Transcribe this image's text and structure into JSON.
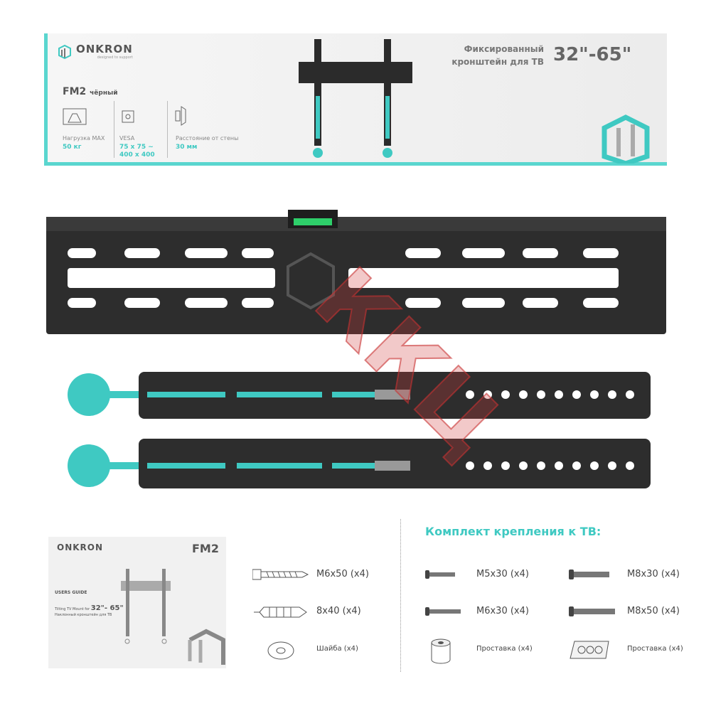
{
  "brand": {
    "name": "ONKRON",
    "tagline": "designed to support"
  },
  "box": {
    "model": "FM2",
    "color": "чёрный",
    "title_line1": "Фиксированный",
    "title_line2": "кронштейн для ТВ",
    "size_range": "32\"-65\"",
    "specs": [
      {
        "label": "Нагрузка MAX",
        "value": "50 кг"
      },
      {
        "label": "VESA",
        "value": "75 x 75 ~",
        "value2": "400 x 400"
      },
      {
        "label": "Расстояние от стены",
        "value": "30 мм"
      }
    ]
  },
  "manual": {
    "model": "FM2",
    "guide": "USERS GUIDE",
    "line1": "Tilting TV Mount for",
    "size": "32\"- 65\"",
    "line2": "Наклонный кронштейн для ТВ"
  },
  "kit": {
    "title": "Комплект крепления к ТВ:",
    "left": [
      {
        "label": "M6x50 (x4)",
        "icon": "screw-icon"
      },
      {
        "label": "8x40 (x4)",
        "icon": "dowel-icon"
      },
      {
        "label": "Шайба (x4)",
        "icon": "washer-icon"
      }
    ],
    "right": [
      {
        "label": "M5x30 (x4)",
        "icon": "bolt-icon"
      },
      {
        "label": "M8x30 (x4)",
        "icon": "bolt-icon"
      },
      {
        "label": "M6x30 (x4)",
        "icon": "bolt-icon"
      },
      {
        "label": "M8x50 (x4)",
        "icon": "bolt-icon"
      },
      {
        "label": "Проставка (x4)",
        "icon": "spacer-icon"
      },
      {
        "label": "Проставка (x4)",
        "icon": "spacer-plate-icon"
      }
    ]
  },
  "watermark": "ККЦ",
  "colors": {
    "accent": "#3fc9c2",
    "metal": "#2b2b2b"
  }
}
